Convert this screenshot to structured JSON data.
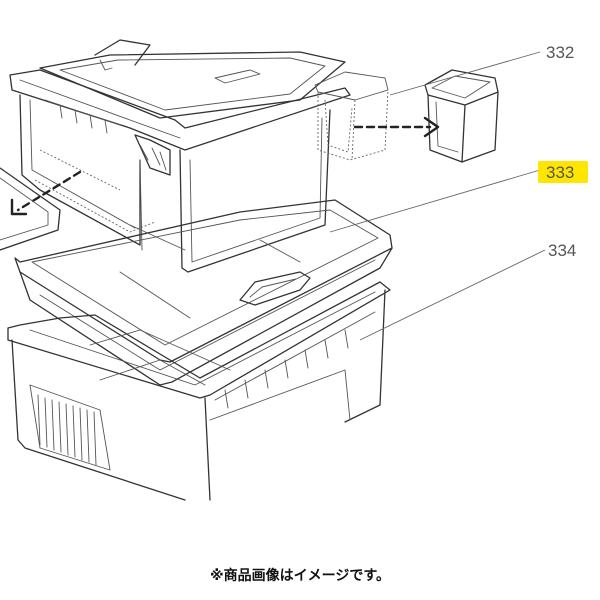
{
  "diagram": {
    "part_labels": {
      "p332": "332",
      "p333": "333",
      "p334": "334"
    },
    "highlight_color": "#ffe600",
    "line_color": "#333333"
  },
  "caption": {
    "text": "※商品画像はイメージです。"
  }
}
